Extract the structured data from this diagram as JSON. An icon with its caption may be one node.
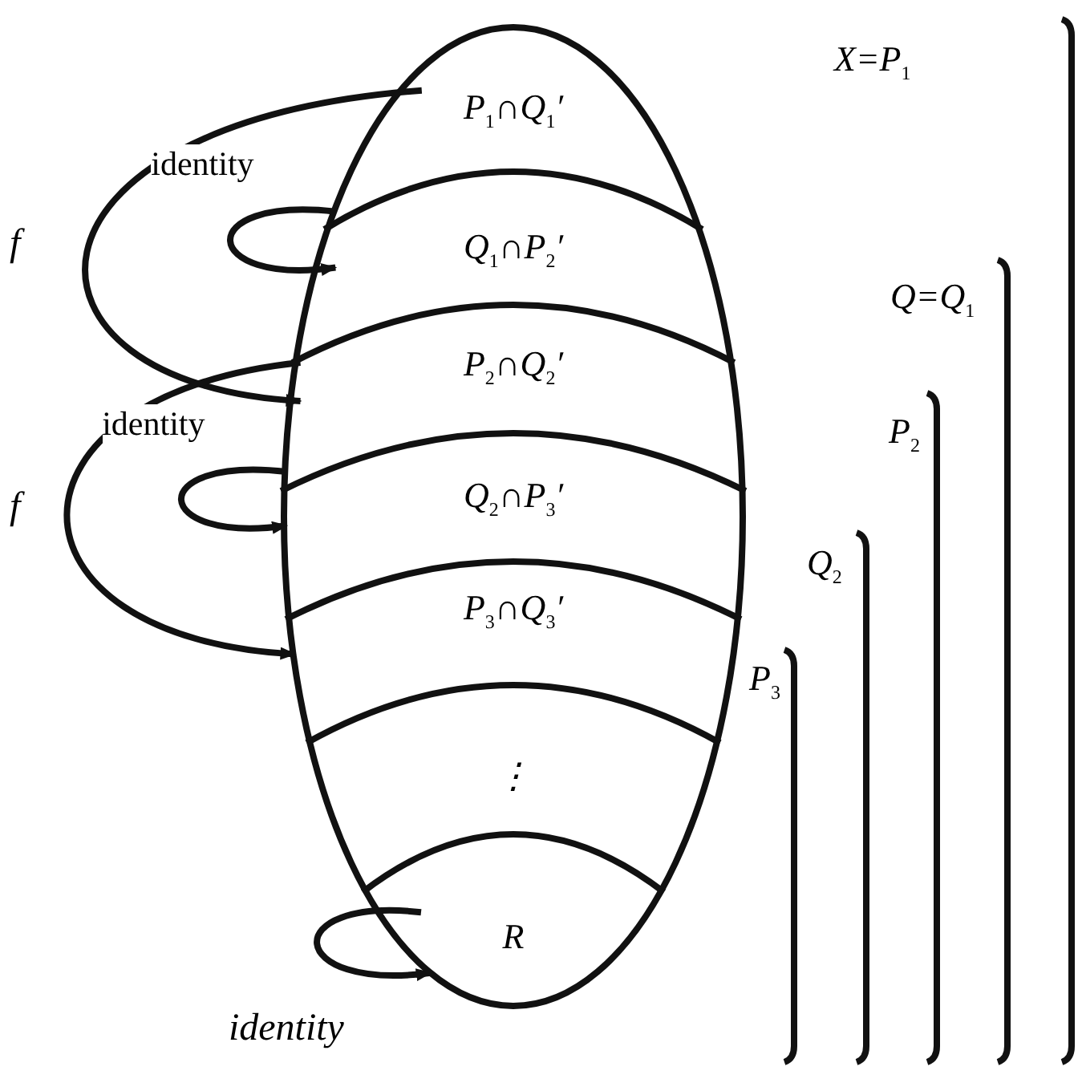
{
  "diagram": {
    "nodes": [
      {
        "text": [],
        "shape": "ellipse"
      },
      {
        "text": [
          "P$_{1}$∩Q$_{1}$′"
        ],
        "in": 0
      },
      {
        "text": [
          "Q$_{1}$∩P$_{2}$′"
        ],
        "in": 0
      },
      {
        "text": [
          "P$_{2}$∩Q$_{2}$′"
        ],
        "in": 0
      },
      {
        "text": [
          "Q$_{2}$∩P$_{3}$′"
        ],
        "in": 0
      },
      {
        "text": [
          "P$_{3}$∩Q$_{3}$′"
        ],
        "in": 0
      },
      {
        "text": [
          "⋮"
        ],
        "in": 0
      },
      {
        "text": [
          "R"
        ],
        "in": 0
      }
    ],
    "edges": [
      {
        "from": 1,
        "to": 3,
        "arrow": "to",
        "label": "f"
      },
      {
        "from": 2,
        "to": 2,
        "arrow": "to",
        "label": "identity"
      },
      {
        "from": 3,
        "to": 5,
        "arrow": "to",
        "label": "f"
      },
      {
        "from": 4,
        "to": 4,
        "arrow": "to",
        "label": "identity"
      },
      {
        "from": 7,
        "to": 7,
        "arrow": "to",
        "label": "identity"
      }
    ],
    "labels": [
      "X=P$_{1}$",
      "Q=Q$_{1}$",
      "P$_{2}$",
      "Q$_{2}$",
      "P$_{3}$"
    ]
  }
}
